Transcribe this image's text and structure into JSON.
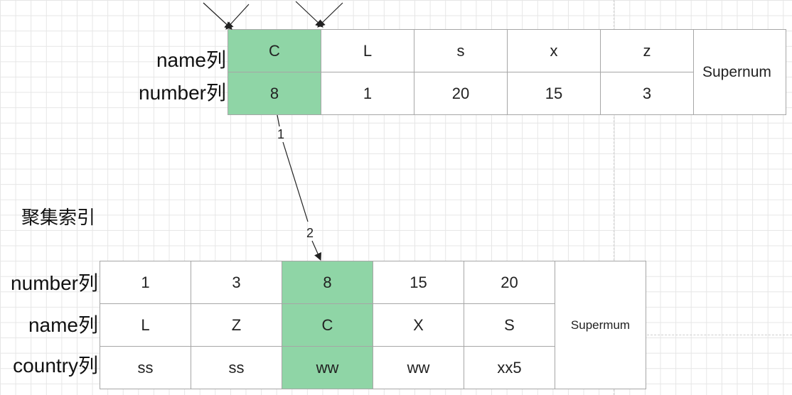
{
  "title": "聚集索引",
  "top_table": {
    "row_labels": [
      "name列",
      "number列"
    ],
    "name_row": [
      "C",
      "L",
      "s",
      "x",
      "z"
    ],
    "number_row": [
      "8",
      "1",
      "20",
      "15",
      "3"
    ],
    "supremum": "Supernum",
    "highlight_color": "#8fd5a6"
  },
  "bottom_table": {
    "row_labels": [
      "number列",
      "name列",
      "country列"
    ],
    "number_row": [
      "1",
      "3",
      "8",
      "15",
      "20"
    ],
    "name_row": [
      "L",
      "Z",
      "C",
      "X",
      "S"
    ],
    "country_row": [
      "ss",
      "ss",
      "ww",
      "ww",
      "xx5"
    ],
    "supremum": "Supermum",
    "highlight_color": "#8fd5a6"
  },
  "steps": [
    "1",
    "2"
  ]
}
